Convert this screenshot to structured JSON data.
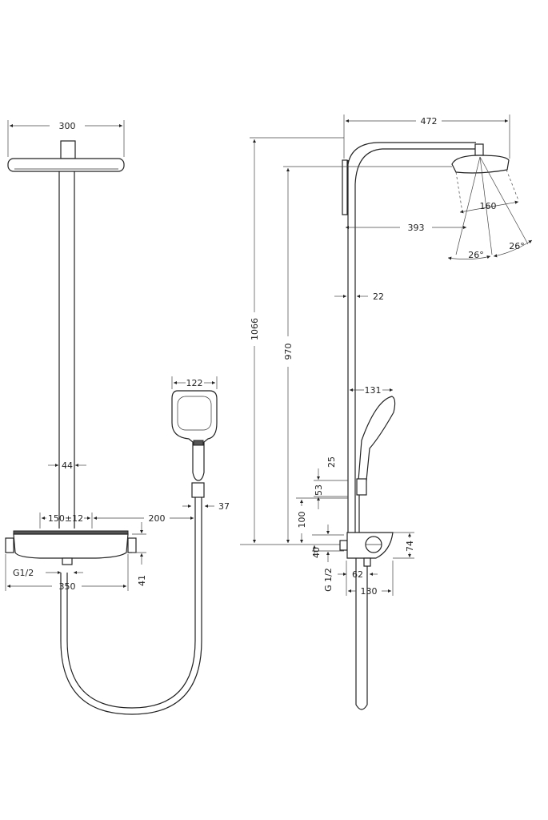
{
  "front_view": {
    "head_width": "300",
    "rail_width": "44",
    "hand_shower_width": "122",
    "holder_width": "37",
    "connection_spacing": "150±12",
    "holder_offset": "200",
    "thermostat_height": "41",
    "thread": "G1/2",
    "thermostat_width": "350"
  },
  "side_view": {
    "arm_projection": "472",
    "total_height": "1066",
    "head_height": "970",
    "head_offset": "393",
    "spray_diameter": "160",
    "spray_angle_left": "26°",
    "spray_angle_right": "26°",
    "rail_distance": "22",
    "hand_shower_projection": "131",
    "dim_25": "25",
    "dim_53": "53",
    "dim_100": "100",
    "dim_40": "40",
    "thermostat_depth_height": "74",
    "thread": "G 1/2",
    "dim_62": "62",
    "thermostat_depth": "130"
  }
}
